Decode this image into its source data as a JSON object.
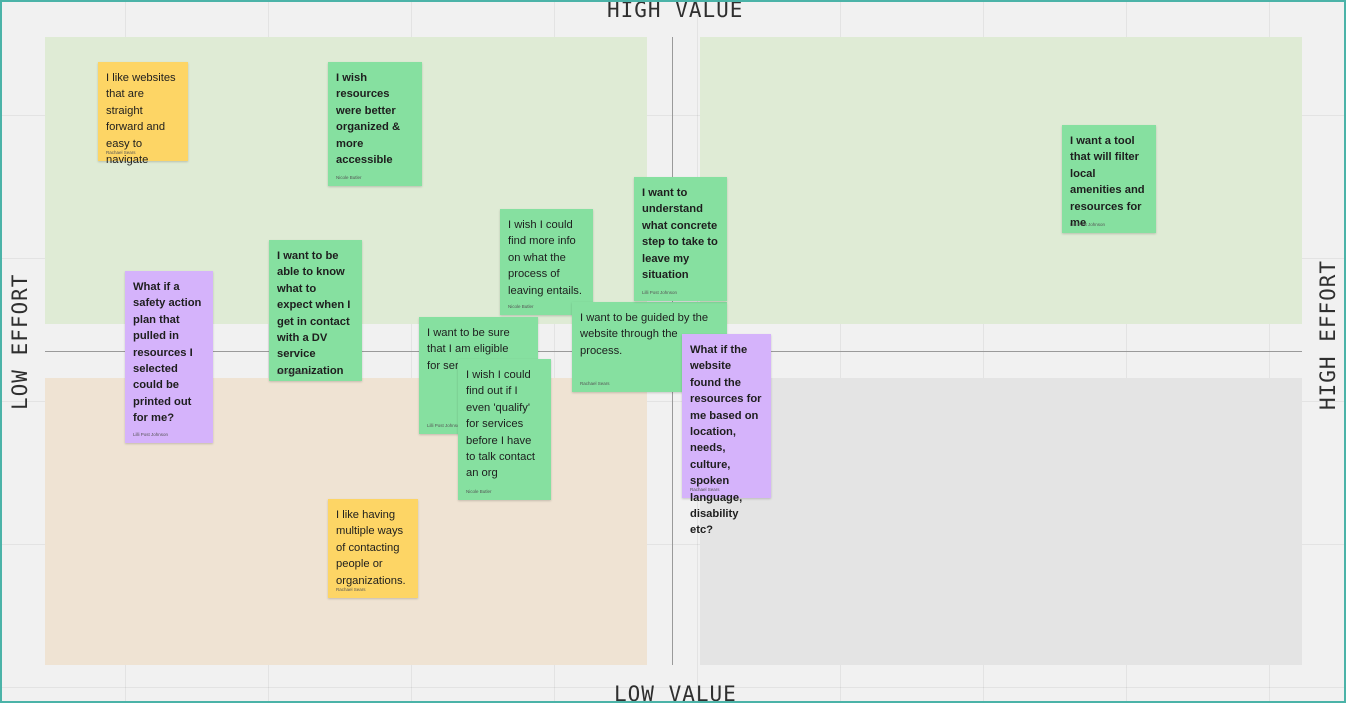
{
  "axes": {
    "top": "HIGH VALUE",
    "bottom": "LOW VALUE",
    "left": "LOW EFFORT",
    "right": "HIGH EFFORT"
  },
  "colors": {
    "green_sticky": "#86e0a0",
    "yellow_sticky": "#fdd565",
    "purple_sticky": "#d5b3fb",
    "quadrant_high_value": "#dfebd5",
    "quadrant_low_value_low_effort": "#efe3d3",
    "quadrant_low_value_high_effort": "#e4e4e4",
    "frame_border": "#4bb3a8"
  },
  "stickies": {
    "websites_straightforward": {
      "text": "I like websites that are straight forward and easy to navigate",
      "author": "Rachael Sears"
    },
    "resources_organized": {
      "text": "I wish resources were better organized & more accessible",
      "author": "Nicole Butler"
    },
    "filter_tool": {
      "text": "I want a tool that will filter local amenities and resources for me",
      "author": "Lilli Post Johnson"
    },
    "concrete_step": {
      "text": "I want to understand what concrete step to take to leave my situation",
      "author": "Lilli Post Johnson"
    },
    "leaving_info": {
      "text": "I wish I could find more info on what the process of leaving entails.",
      "author": "Nicole Butler"
    },
    "know_what_to_expect": {
      "text": "I want to be able to know what to expect when I get in contact with a DV service organization",
      "author": "Lilli Post Johnson"
    },
    "safety_plan": {
      "text": "What if a safety action plan that pulled in resources I selected could be printed out for me?",
      "author": "Lilli Post Johnson"
    },
    "eligible_services": {
      "text": "I want to be sure that I am eligible for services",
      "author": "Lilli Post Johnson"
    },
    "qualify": {
      "text": "I wish I could find out if I even 'qualify' for services before I have to talk contact an org",
      "author": "Nicole Butler"
    },
    "guided": {
      "text": "I want to be guided by the website through the process.",
      "author": "Rachael Sears"
    },
    "resources_found": {
      "text": "What if the website found the resources for me based on location, needs, culture, spoken language, disability etc?",
      "author": "Rachael Sears"
    },
    "multiple_ways": {
      "text": "I like having multiple ways of contacting people or organizations.",
      "author": "Rachael Sears"
    }
  }
}
